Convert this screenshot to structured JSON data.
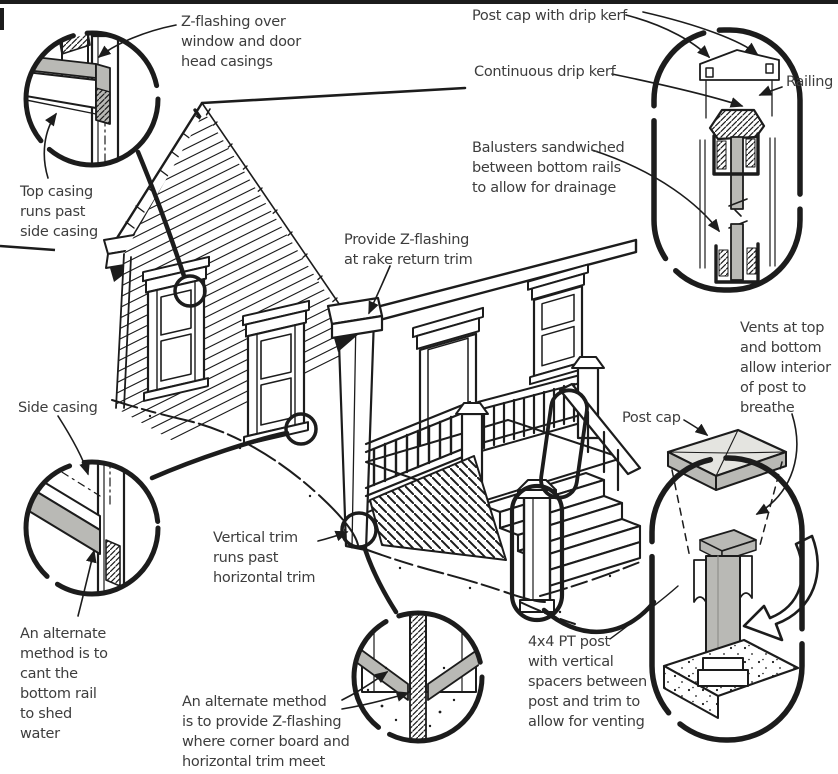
{
  "figure_type": "hand-drawn construction detail diagram",
  "colors": {
    "ink": "#1c1c1c",
    "shade": "#b9b9b5",
    "cap_top": "#e4e4e0",
    "paper": "#ffffff",
    "text": "#3d3d3d"
  },
  "labels": {
    "z_flashing_window": "Z-flashing over\nwindow and door\nhead casings",
    "top_casing": "Top casing\nruns past\nside casing",
    "post_cap_drip_kerf": "Post cap with drip kerf",
    "continuous_drip_kerf": "Continuous drip kerf",
    "railing": "Railing",
    "balusters": "Balusters sandwiched\nbetween bottom rails\nto allow for drainage",
    "rake_return": "Provide Z-flashing\nat rake return trim",
    "side_casing": "Side casing",
    "vents": "Vents at top\nand bottom\nallow interior\nof post to\nbreathe",
    "post_cap": "Post cap",
    "vertical_trim": "Vertical trim\nruns past\nhorizontal trim",
    "alternate_cant": "An alternate\nmethod is to\ncant the\nbottom rail\nto shed\nwater",
    "alternate_z_flashing": "An alternate method\nis to provide Z-flashing\nwhere corner board and\nhorizontal trim meet",
    "pt_post": "4x4 PT post\nwith vertical\nspacers between\npost and trim to\nallow for venting"
  }
}
